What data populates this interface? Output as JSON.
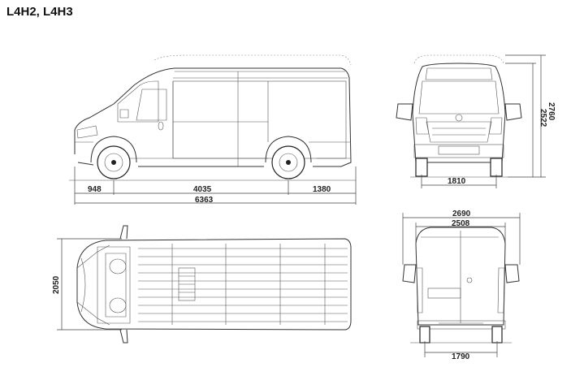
{
  "header": {
    "title": "L4H2, L4H3"
  },
  "dimensions": {
    "side": {
      "front_overhang": "948",
      "wheelbase": "4035",
      "rear_overhang": "1380",
      "total_length": "6363"
    },
    "front": {
      "height_h3": "2760",
      "height_h2": "2522",
      "track_front": "1810"
    },
    "top": {
      "width": "2050"
    },
    "rear": {
      "width_mirrors": "2690",
      "width_body": "2508",
      "track_rear": "1790"
    }
  },
  "colors": {
    "line": "#333333",
    "background": "#ffffff"
  }
}
